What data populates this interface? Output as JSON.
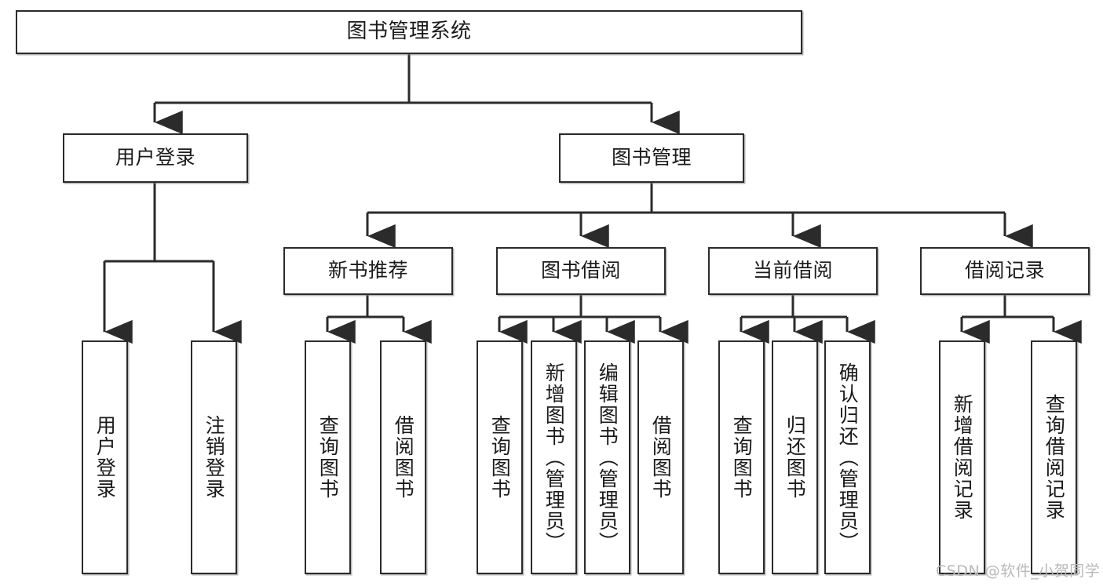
{
  "diagram": {
    "type": "tree-hierarchy-chart",
    "title": "图书管理系统",
    "orientation": "top-down",
    "colors": {
      "box_border": "#2b2b2b",
      "box_fill": "#ffffff",
      "edge": "#2b2b2b",
      "text": "#1a1a1a",
      "watermark": "#b9b9b9"
    },
    "nodes": {
      "root": {
        "label": "图书管理系统",
        "level": 1
      },
      "level2": [
        {
          "id": "user-login",
          "label": "用户登录"
        },
        {
          "id": "book-management",
          "label": "图书管理"
        }
      ],
      "level3": [
        {
          "id": "new-book-recommend",
          "label": "新书推荐"
        },
        {
          "id": "book-borrow",
          "label": "图书借阅"
        },
        {
          "id": "current-borrow",
          "label": "当前借阅"
        },
        {
          "id": "borrow-record",
          "label": "借阅记录"
        }
      ],
      "leaves": [
        {
          "id": "leaf-user-login",
          "label": "用户登录",
          "parent": "user-login"
        },
        {
          "id": "leaf-logout-login",
          "label": "注销登录",
          "parent": "user-login"
        },
        {
          "id": "leaf-query-book-1",
          "label": "查询图书",
          "parent": "new-book-recommend"
        },
        {
          "id": "leaf-borrow-book-1",
          "label": "借阅图书",
          "parent": "new-book-recommend"
        },
        {
          "id": "leaf-query-book-2",
          "label": "查询图书",
          "parent": "book-borrow"
        },
        {
          "id": "leaf-add-book",
          "label": "新增图书（管理员）",
          "parent": "book-borrow"
        },
        {
          "id": "leaf-edit-book",
          "label": "编辑图书（管理员）",
          "parent": "book-borrow"
        },
        {
          "id": "leaf-borrow-book-2",
          "label": "借阅图书",
          "parent": "book-borrow"
        },
        {
          "id": "leaf-query-book-3",
          "label": "查询图书",
          "parent": "current-borrow"
        },
        {
          "id": "leaf-return-book",
          "label": "归还图书",
          "parent": "current-borrow"
        },
        {
          "id": "leaf-confirm-return",
          "label": "确认归还（管理员）",
          "parent": "current-borrow"
        },
        {
          "id": "leaf-add-record",
          "label": "新增借阅记录",
          "parent": "borrow-record"
        },
        {
          "id": "leaf-query-record",
          "label": "查询借阅记录",
          "parent": "borrow-record"
        }
      ]
    }
  },
  "watermark": {
    "text": "CSDN @软件_小贺同学"
  }
}
